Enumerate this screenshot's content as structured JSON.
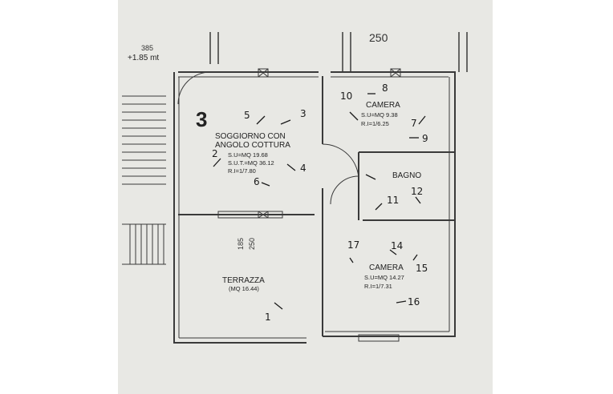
{
  "header": {
    "scale_top": "385",
    "elevation": "+1.85 mt",
    "dimension_top": "250"
  },
  "unit_number": "3",
  "rooms": {
    "soggiorno": {
      "name_line1": "SOGGIORNO CON",
      "name_line2": "ANGOLO COTTURA",
      "su": "S.U=MQ 19.68",
      "sut": "S.U.T.=MQ 36.12",
      "ri": "R.I=1/7.80"
    },
    "camera_top": {
      "name": "CAMERA",
      "su": "S.U=MQ 9.38",
      "ri": "R.I=1/6.25"
    },
    "bagno": {
      "name": "BAGNO"
    },
    "camera_bottom": {
      "name": "CAMERA",
      "su": "S.U=MQ 14.27",
      "ri": "R.I=1/7.31"
    },
    "terrazza": {
      "name": "TERRAZZA",
      "area": "(MQ 16.44)"
    }
  },
  "dimension_vertical_a": "185",
  "dimension_vertical_b": "250",
  "photo_markers": [
    "1",
    "2",
    "3",
    "4",
    "5",
    "6",
    "7",
    "8",
    "9",
    "10",
    "11",
    "12",
    "14",
    "15",
    "16",
    "17"
  ],
  "colors": {
    "paper": "#e8e8e4",
    "wall": "#3a3a3a",
    "ink": "#1b1b1b"
  }
}
